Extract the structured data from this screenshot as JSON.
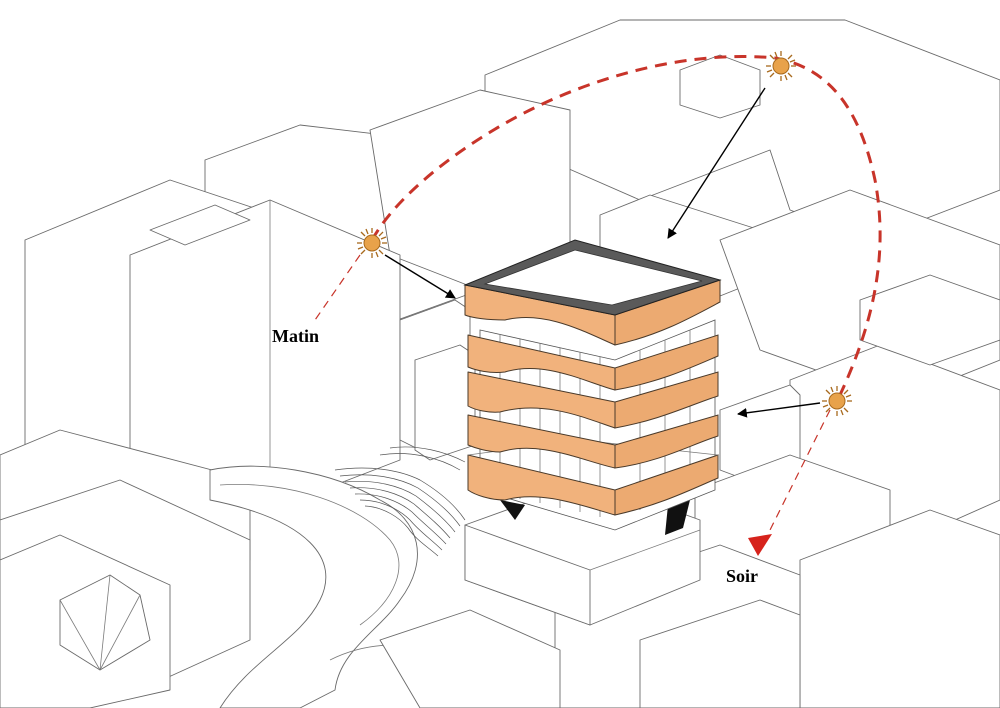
{
  "labels": {
    "morning": "Matin",
    "evening": "Soir"
  },
  "colors": {
    "band_fill": "#f1b27c",
    "sun_path": "#c8342a",
    "sun_disc": "#e8a24a",
    "roof_rim": "#5a5a5a"
  },
  "icons": {
    "sun": "sun-icon",
    "path_end": "red-triangle-arrowhead"
  }
}
